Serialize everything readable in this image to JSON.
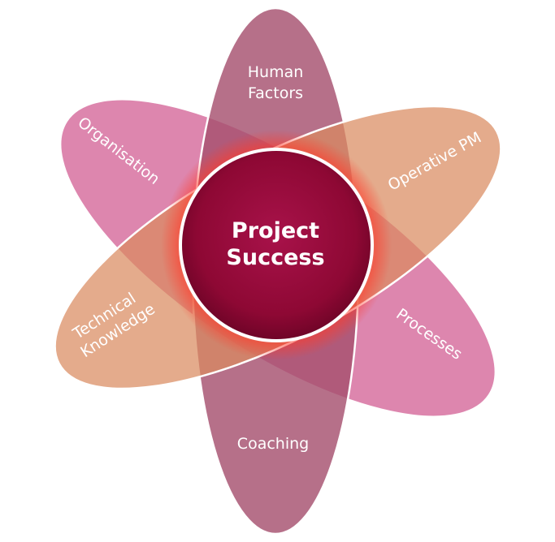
{
  "center": {
    "line1": "Project",
    "line2": "Success"
  },
  "petals": {
    "human_factors": {
      "line1": "Human",
      "line2": "Factors"
    },
    "coaching": {
      "label": "Coaching"
    },
    "organisation": {
      "label": "Organisation"
    },
    "processes": {
      "label": "Processes"
    },
    "operative_pm": {
      "label": "Operative PM"
    },
    "technical_knowledge": {
      "line1": "Technical",
      "line2": "Knowledge"
    }
  },
  "colors": {
    "vertical": "#a6506f",
    "pink": "#d0578f",
    "orange": "#d98b5f",
    "center": "#9a0a3a"
  }
}
